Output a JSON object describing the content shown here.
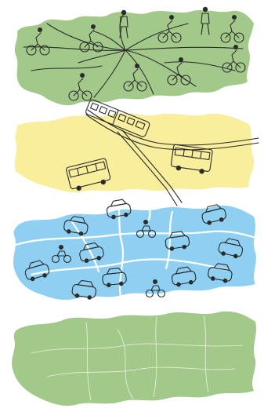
{
  "colors": {
    "green_region": "#a3c98a",
    "yellow_region": "#f8ee9c",
    "blue_region": "#8fd0f2",
    "ink": "#2b2b2b",
    "road_white": "#ffffff",
    "vehicle_fill": "#ffffff",
    "scooter_blue": "#3aa8e0"
  },
  "layers": [
    {
      "name": "cycling-layer",
      "color": "green_region",
      "icons": [
        "bicycle-icon",
        "pedestrian-icon"
      ]
    },
    {
      "name": "public-transit-layer",
      "color": "yellow_region",
      "icons": [
        "bus-icon",
        "tram-icon",
        "rail-track-icon"
      ]
    },
    {
      "name": "car-traffic-layer",
      "color": "blue_region",
      "icons": [
        "car-icon",
        "motorcycle-icon"
      ]
    },
    {
      "name": "base-map-layer",
      "color": "green_region",
      "icons": []
    }
  ]
}
